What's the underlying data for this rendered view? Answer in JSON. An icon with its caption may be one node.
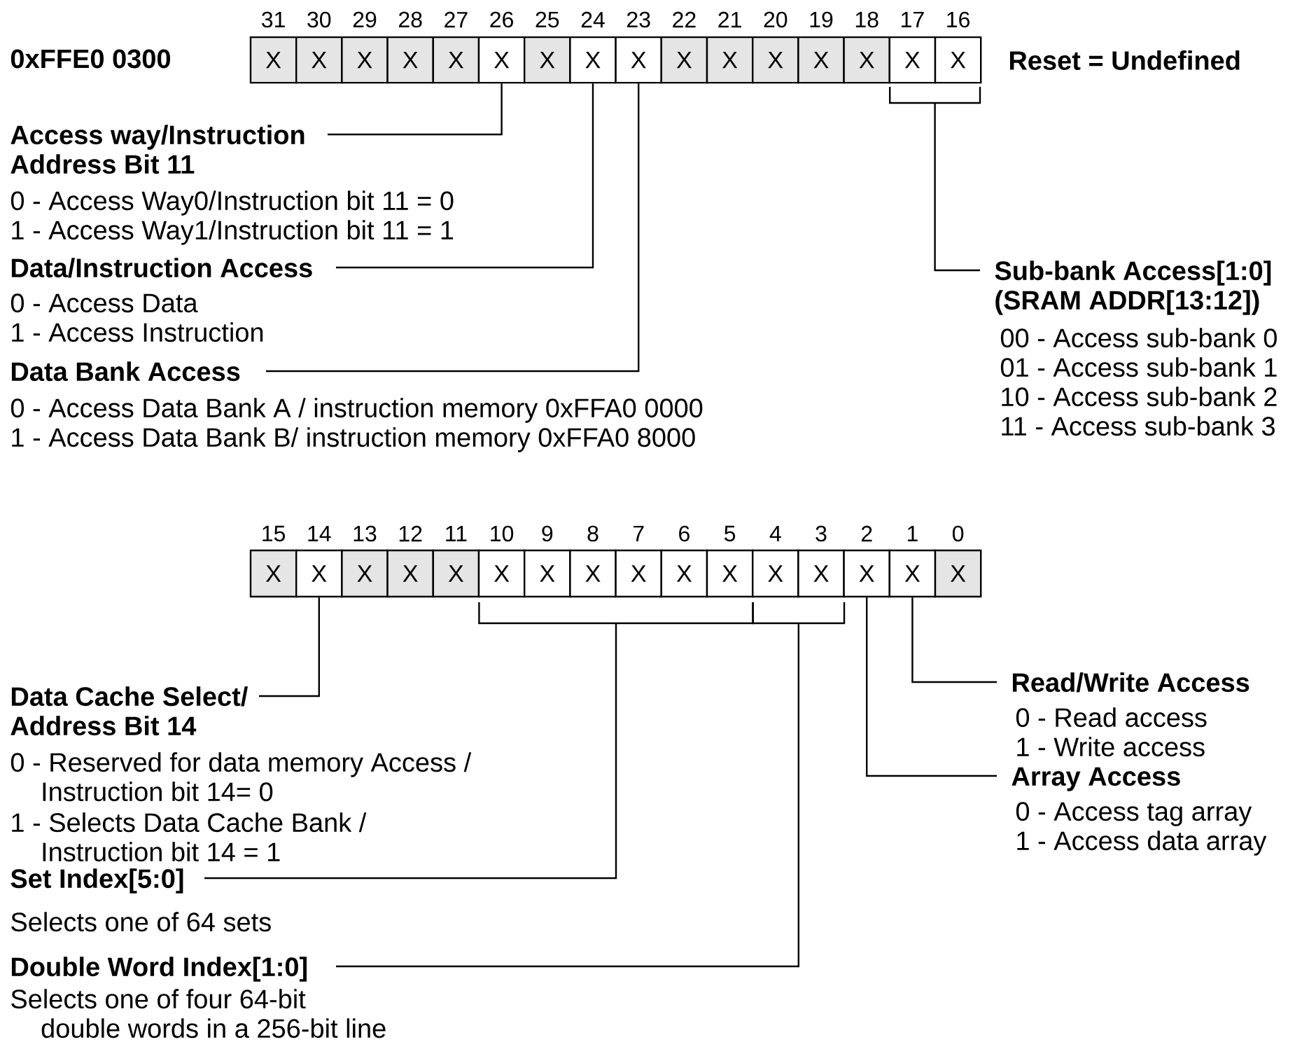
{
  "diagram": {
    "nodes": [
      {
        "text": [
          "X"
        ],
        "beside": [
          "31"
        ]
      },
      {
        "text": [
          "X"
        ],
        "beside": [
          "30"
        ]
      },
      {
        "text": [
          "X"
        ],
        "beside": [
          "29"
        ]
      },
      {
        "text": [
          "X"
        ],
        "beside": [
          "28"
        ]
      },
      {
        "text": [
          "X"
        ],
        "beside": [
          "27"
        ]
      },
      {
        "text": [
          "X"
        ],
        "beside": [
          "26"
        ]
      },
      {
        "text": [
          "X"
        ],
        "beside": [
          "25"
        ]
      },
      {
        "text": [
          "X"
        ],
        "beside": [
          "24"
        ]
      },
      {
        "text": [
          "X"
        ],
        "beside": [
          "23"
        ]
      },
      {
        "text": [
          "X"
        ],
        "beside": [
          "22"
        ]
      },
      {
        "text": [
          "X"
        ],
        "beside": [
          "21"
        ]
      },
      {
        "text": [
          "X"
        ],
        "beside": [
          "20"
        ]
      },
      {
        "text": [
          "X"
        ],
        "beside": [
          "19"
        ]
      },
      {
        "text": [
          "X"
        ],
        "beside": [
          "18"
        ]
      },
      {
        "text": [
          "X"
        ],
        "beside": [
          "17"
        ]
      },
      {
        "text": [
          "X"
        ],
        "beside": [
          "16"
        ]
      },
      {
        "text": [
          "Access way/Instruction Address Bit 11",
          "0 - Access Way0/Instruction bit 11 = 0",
          "1 - Access Way1/Instruction bit 11 = 1"
        ]
      },
      {
        "text": [
          "Sub-bank Access[1:0] (SRAM ADDR[13:12])",
          "00 - Access sub-bank 0",
          "01 - Access sub-bank 1",
          "10 - Access sub-bank 2",
          "11 - Access sub-bank 3"
        ]
      },
      {
        "text": [
          "Data/Instruction Access",
          "0 - Access Data",
          "1 - Access Instruction"
        ]
      },
      {
        "text": [
          "Data Bank Access",
          "0 - Access Data Bank A / instruction memory 0xFFA0 0000",
          "1 - Access Data Bank B/ instruction memory 0xFFA0 8000"
        ]
      },
      {
        "text": [
          "X"
        ],
        "beside": [
          "15"
        ]
      },
      {
        "text": [
          "X"
        ],
        "beside": [
          "14"
        ]
      },
      {
        "text": [
          "X"
        ],
        "beside": [
          "13"
        ]
      },
      {
        "text": [
          "X"
        ],
        "beside": [
          "12"
        ]
      },
      {
        "text": [
          "X"
        ],
        "beside": [
          "11"
        ]
      },
      {
        "text": [
          "X"
        ],
        "beside": [
          "10"
        ]
      },
      {
        "text": [
          "X"
        ],
        "beside": [
          "9"
        ]
      },
      {
        "text": [
          "X"
        ],
        "beside": [
          "8"
        ]
      },
      {
        "text": [
          "X"
        ],
        "beside": [
          "7"
        ]
      },
      {
        "text": [
          "X"
        ],
        "beside": [
          "6"
        ]
      },
      {
        "text": [
          "X"
        ],
        "beside": [
          "5"
        ]
      },
      {
        "text": [
          "X"
        ],
        "beside": [
          "4"
        ]
      },
      {
        "text": [
          "X"
        ],
        "beside": [
          "3"
        ]
      },
      {
        "text": [
          "X"
        ],
        "beside": [
          "2"
        ]
      },
      {
        "text": [
          "X"
        ],
        "beside": [
          "1"
        ]
      },
      {
        "text": [
          "X"
        ],
        "beside": [
          "0"
        ]
      },
      {
        "text": [
          "Data Cache Select/ Address Bit 14",
          "0 - Reserved for data memory Access / Instruction bit 14= 0",
          "1 - Selects Data Cache Bank / Instruction bit 14 = 1"
        ]
      },
      {
        "text": [
          "Read/Write Access",
          "0 - Read access",
          "1 - Write access"
        ]
      },
      {
        "text": [
          "Array Access",
          "0 - Access tag array",
          "1 - Access data array"
        ]
      },
      {
        "text": [
          "Set Index[5:0]",
          "Selects one of 64 sets"
        ]
      },
      {
        "text": [
          "Double Word Index[1:0]",
          "Selects one of four 64-bit double words in a 256-bit line"
        ]
      },
      {
        "text": [],
        "shape": "bracket"
      },
      {
        "text": [],
        "shape": "bracket"
      },
      {
        "text": [],
        "shape": "bracket"
      }
    ],
    "edges": [
      {
        "from": 16,
        "to": 5,
        "arrow": "none"
      },
      {
        "from": 18,
        "to": 7,
        "arrow": "none"
      },
      {
        "from": 19,
        "to": 8,
        "arrow": "none"
      },
      {
        "from": 17,
        "to": 41,
        "arrow": "none"
      },
      {
        "from": 36,
        "to": 21,
        "arrow": "none"
      },
      {
        "from": 37,
        "to": 34,
        "arrow": "none"
      },
      {
        "from": 38,
        "to": 33,
        "arrow": "none"
      },
      {
        "from": 39,
        "to": 42,
        "arrow": "none"
      },
      {
        "from": 40,
        "to": 43,
        "arrow": "none"
      }
    ],
    "labels": [
      "0xFFE0 0300",
      "Reset = Undefined"
    ]
  }
}
